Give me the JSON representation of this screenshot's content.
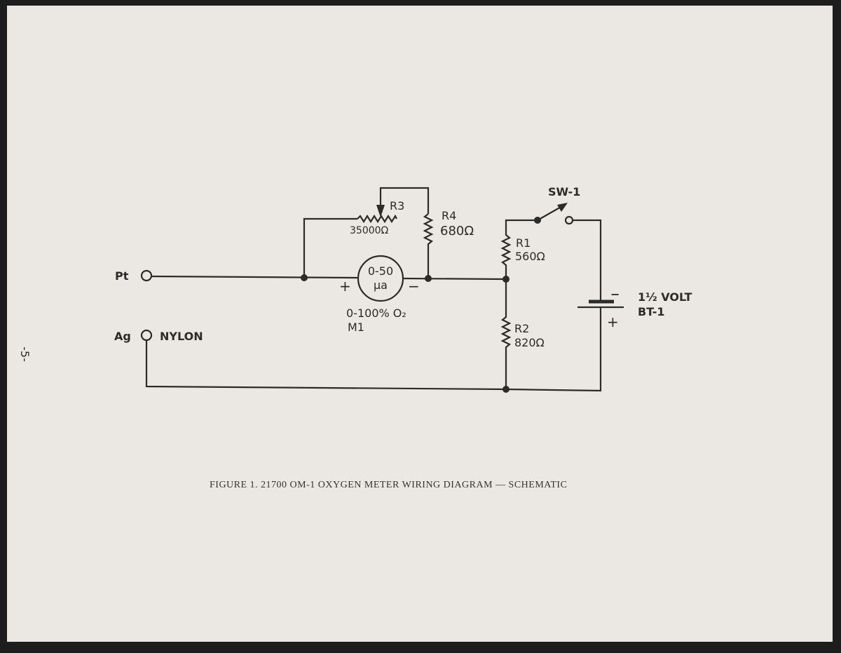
{
  "page_number": "-5-",
  "labels": {
    "pt": "Pt",
    "ag": "Ag",
    "nylon": "NYLON",
    "r3": "R3",
    "r3_value": "35000Ω",
    "r4": "R4",
    "r4_value": "680Ω",
    "meter_range": "0-50",
    "meter_unit": "μa",
    "meter_plus": "+",
    "meter_minus": "−",
    "meter_scale": "0-100% O₂",
    "meter_id": "M1",
    "sw": "SW-1",
    "r1": "R1",
    "r1_value": "560Ω",
    "r2": "R2",
    "r2_value": "820Ω",
    "batt_minus": "−",
    "batt_plus": "+",
    "batt_voltage": "1½ VOLT",
    "batt_id": "BT-1"
  },
  "caption": "FIGURE 1.  21700 OM-1 OXYGEN METER WIRING DIAGRAM — SCHEMATIC",
  "colors": {
    "paper": "#ebe8e3",
    "ink": "#2b2b2b",
    "border": "#1d1d1d"
  }
}
